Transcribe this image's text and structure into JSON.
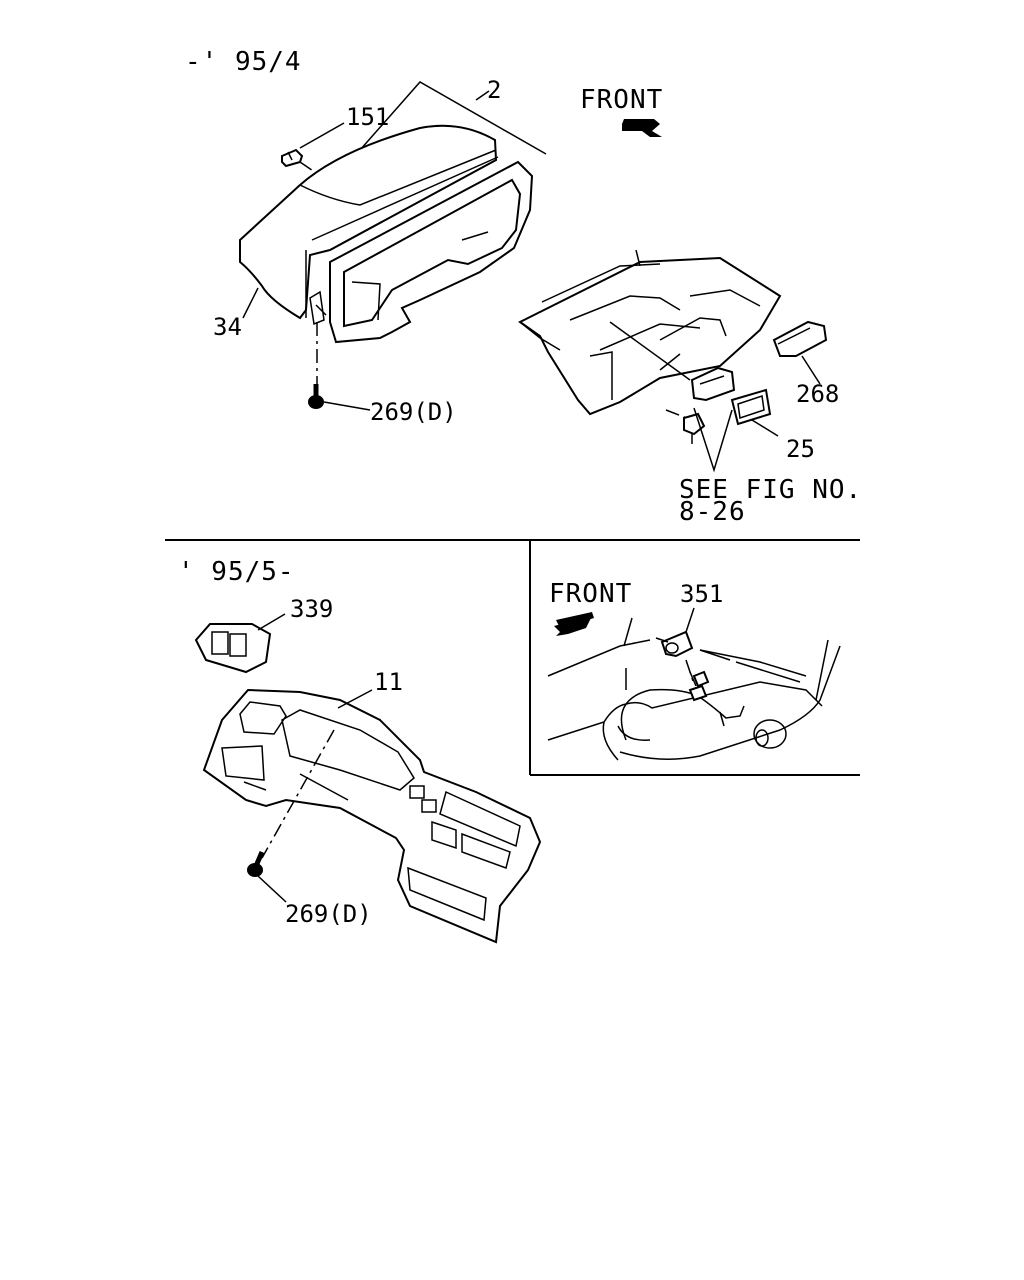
{
  "sections": {
    "top": {
      "date_label": "-' 95/4",
      "front_label": "FRONT"
    },
    "bottom_left": {
      "date_label": "' 95/5-"
    },
    "inset": {
      "front_label": "FRONT"
    }
  },
  "callouts": {
    "p2": "2",
    "p151": "151",
    "p34": "34",
    "p269_top": "269(D)",
    "p268": "268",
    "p25": "25",
    "see_fig_line1": "SEE FIG NO.",
    "see_fig_line2": "8-26",
    "p339": "339",
    "p11": "11",
    "p269_bottom": "269(D)",
    "p351": "351"
  }
}
